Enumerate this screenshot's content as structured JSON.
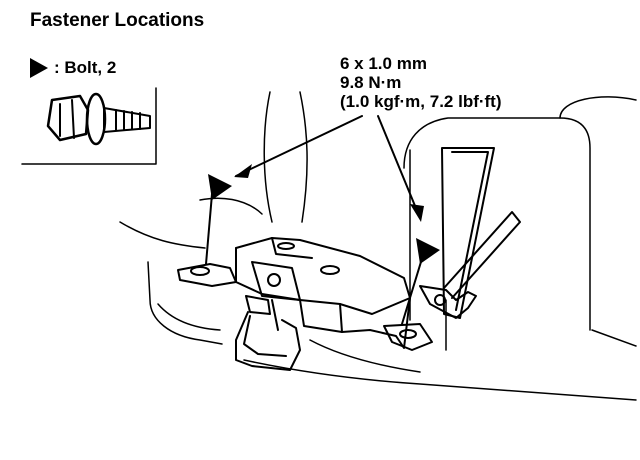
{
  "title": "Fastener Locations",
  "legend": {
    "symbol": "filled-triangle-marker",
    "label": ": Bolt, 2"
  },
  "spec": {
    "size": "6 x 1.0 mm",
    "torque_nm": "9.8 N·m",
    "torque_alt": "(1.0 kgf·m, 7.2 lbf·ft)"
  },
  "icons": [
    "bolt-icon",
    "bolt-marker-icon",
    "latch-assembly",
    "striker-bracket",
    "trunk-lid-body"
  ]
}
